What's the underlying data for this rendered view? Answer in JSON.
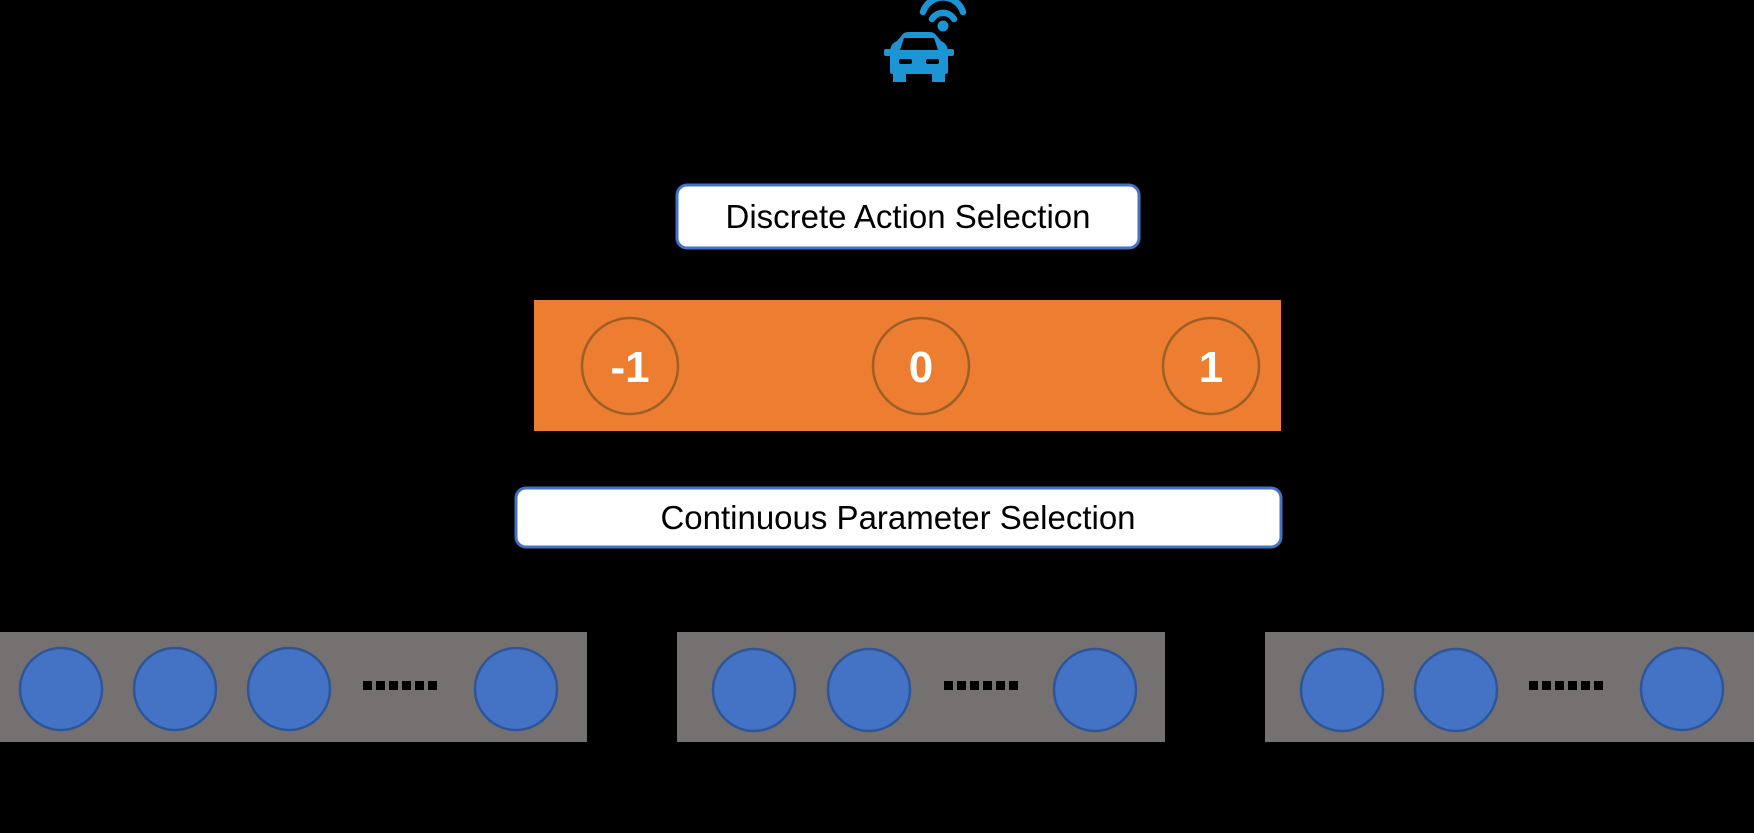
{
  "colors": {
    "background": "#000000",
    "car_blue": "#1B95D3",
    "box_border_blue": "#4472C4",
    "box_fill": "#FFFFFF",
    "text_black": "#000000",
    "orange_panel": "#ED7D31",
    "orange_node_stroke": "#9E5F26",
    "node_text": "#FFFFFF",
    "gray_panel": "#767171",
    "param_circle_fill": "#4472C4",
    "param_circle_stroke": "#2E5597",
    "connector": "#000000"
  },
  "diagram": {
    "vehicle_icon": "connected-car",
    "discrete_box": {
      "label": "Discrete Action Selection"
    },
    "continuous_box": {
      "label": "Continuous Parameter Selection"
    },
    "action_nodes": [
      {
        "label": "-1"
      },
      {
        "label": "0"
      },
      {
        "label": "1"
      }
    ],
    "ellipsis": "......",
    "parameter_groups": [
      {
        "side": "left",
        "circle_count": 4
      },
      {
        "side": "middle",
        "circle_count": 3
      },
      {
        "side": "right",
        "circle_count": 3
      }
    ]
  }
}
